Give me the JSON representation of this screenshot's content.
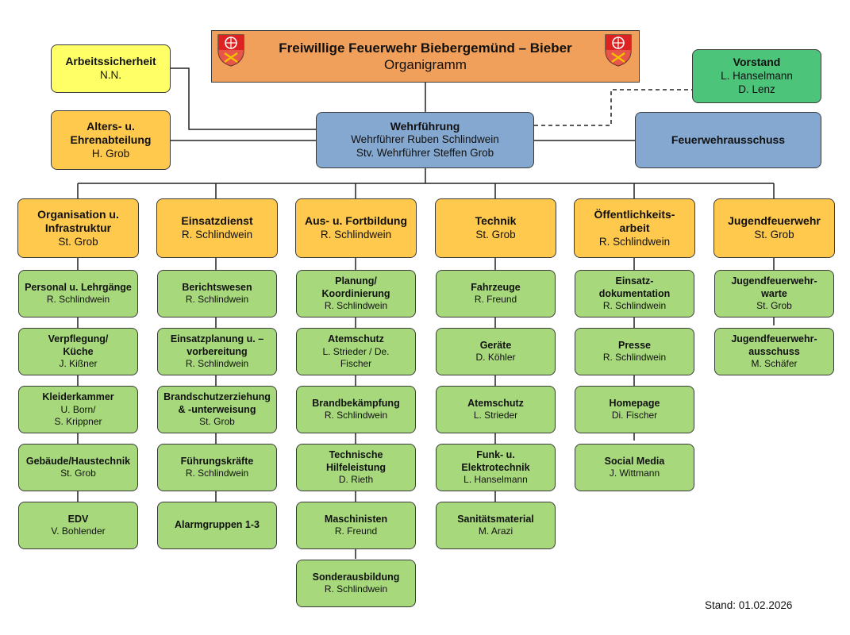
{
  "title": {
    "line1": "Freiwillige Feuerwehr  Biebergemünd – Bieber",
    "line2": "Organigramm"
  },
  "crest_icons": [
    "coat-of-arms-icon",
    "coat-of-arms-icon"
  ],
  "top": {
    "arbeitssicherheit": {
      "title": "Arbeitssicherheit",
      "name": "N.N."
    },
    "vorstand": {
      "title": "Vorstand",
      "line1": "L. Hanselmann",
      "line2": "D. Lenz"
    },
    "alters": {
      "title1": "Alters- u.",
      "title2": "Ehrenabteilung",
      "name": "H. Grob"
    },
    "wehrfuehrung": {
      "title": "Wehrführung",
      "line1": "Wehrführer Ruben Schlindwein",
      "line2": "Stv. Wehrführer Steffen Grob"
    },
    "ausschuss": {
      "title": "Feuerwehrausschuss"
    }
  },
  "departments": [
    {
      "title1": "Organisation u.",
      "title2": "Infrastruktur",
      "name": "St. Grob",
      "items": [
        {
          "lines": [
            "Personal u. Lehrgänge"
          ],
          "name": "R. Schlindwein"
        },
        {
          "lines": [
            "Verpflegung/",
            "Küche"
          ],
          "name": "J. Kißner"
        },
        {
          "lines": [
            "Kleiderkammer"
          ],
          "name": "U. Born/",
          "name2": "S. Krippner"
        },
        {
          "lines": [
            "Gebäude/Haustechnik"
          ],
          "name": "St. Grob"
        },
        {
          "lines": [
            "EDV"
          ],
          "name": "V. Bohlender"
        }
      ]
    },
    {
      "title1": "Einsatzdienst",
      "title2": "",
      "name": "R. Schlindwein",
      "items": [
        {
          "lines": [
            "Berichtswesen"
          ],
          "name": "R. Schlindwein"
        },
        {
          "lines": [
            "Einsatzplanung u. –",
            "vorbereitung"
          ],
          "name": "R. Schlindwein"
        },
        {
          "lines": [
            "Brandschutzerziehung",
            "& -unterweisung"
          ],
          "name": "St. Grob"
        },
        {
          "lines": [
            "Führungskräfte"
          ],
          "name": "R. Schlindwein"
        },
        {
          "lines": [
            "Alarmgruppen 1-3"
          ],
          "name": ""
        }
      ]
    },
    {
      "title1": "Aus- u. Fortbildung",
      "title2": "",
      "name": "R. Schlindwein",
      "items": [
        {
          "lines": [
            "Planung/",
            "Koordinierung"
          ],
          "name": "R. Schlindwein"
        },
        {
          "lines": [
            "Atemschutz"
          ],
          "name": "L. Strieder / De.",
          "name2": "Fischer"
        },
        {
          "lines": [
            "Brandbekämpfung"
          ],
          "name": "R. Schlindwein"
        },
        {
          "lines": [
            "Technische",
            "Hilfeleistung"
          ],
          "name": "D. Rieth"
        },
        {
          "lines": [
            "Maschinisten"
          ],
          "name": "R. Freund"
        },
        {
          "lines": [
            "Sonderausbildung"
          ],
          "name": "R. Schlindwein"
        }
      ]
    },
    {
      "title1": "Technik",
      "title2": "",
      "name": "St. Grob",
      "items": [
        {
          "lines": [
            "Fahrzeuge"
          ],
          "name": "R. Freund"
        },
        {
          "lines": [
            "Geräte"
          ],
          "name": "D. Köhler"
        },
        {
          "lines": [
            "Atemschutz"
          ],
          "name": "L. Strieder"
        },
        {
          "lines": [
            "Funk- u.",
            "Elektrotechnik"
          ],
          "name": "L. Hanselmann"
        },
        {
          "lines": [
            "Sanitätsmaterial"
          ],
          "name": "M. Arazi"
        }
      ]
    },
    {
      "title1": "Öffentlichkeits-",
      "title2": "arbeit",
      "name": "R. Schlindwein",
      "items": [
        {
          "lines": [
            "Einsatz-",
            "dokumentation"
          ],
          "name": "R. Schlindwein"
        },
        {
          "lines": [
            "Presse"
          ],
          "name": "R. Schlindwein"
        },
        {
          "lines": [
            "Homepage"
          ],
          "name": "Di. Fischer"
        },
        {
          "lines": [
            "Social Media"
          ],
          "name": "J. Wittmann"
        }
      ]
    },
    {
      "title1": "Jugendfeuerwehr",
      "title2": "",
      "name": "St. Grob",
      "items": [
        {
          "lines": [
            "Jugendfeuerwehr-",
            "warte"
          ],
          "name": "St. Grob"
        },
        {
          "lines": [
            "Jugendfeuerwehr-",
            "ausschuss"
          ],
          "name": "M. Schäfer"
        }
      ]
    }
  ],
  "stand": "Stand: 01.02.2026"
}
